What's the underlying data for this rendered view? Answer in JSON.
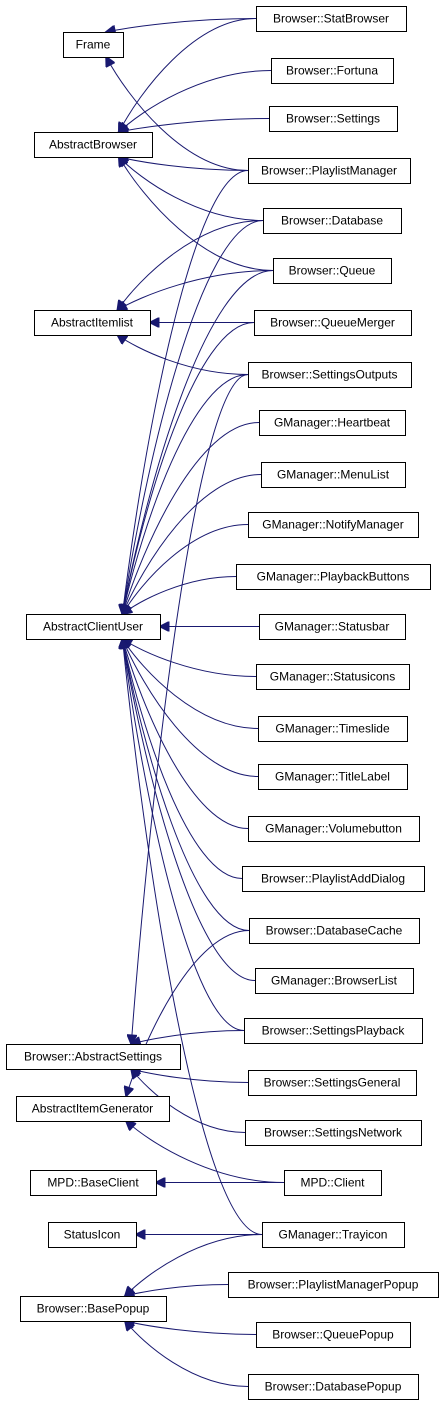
{
  "diagram": {
    "type": "class-inheritance-graph",
    "edge_color": "#191970",
    "nodes": [
      {
        "id": "frame",
        "label": "Frame"
      },
      {
        "id": "abstract_browser",
        "label": "AbstractBrowser"
      },
      {
        "id": "abstract_itemlist",
        "label": "AbstractItemlist"
      },
      {
        "id": "abstract_client_user",
        "label": "AbstractClientUser"
      },
      {
        "id": "abstract_settings",
        "label": "Browser::AbstractSettings"
      },
      {
        "id": "abstract_item_generator",
        "label": "AbstractItemGenerator"
      },
      {
        "id": "mpd_base_client",
        "label": "MPD::BaseClient"
      },
      {
        "id": "status_icon",
        "label": "StatusIcon"
      },
      {
        "id": "base_popup",
        "label": "Browser::BasePopup"
      },
      {
        "id": "stat_browser",
        "label": "Browser::StatBrowser"
      },
      {
        "id": "fortuna",
        "label": "Browser::Fortuna"
      },
      {
        "id": "settings",
        "label": "Browser::Settings"
      },
      {
        "id": "playlist_manager",
        "label": "Browser::PlaylistManager"
      },
      {
        "id": "database",
        "label": "Browser::Database"
      },
      {
        "id": "queue",
        "label": "Browser::Queue"
      },
      {
        "id": "queue_merger",
        "label": "Browser::QueueMerger"
      },
      {
        "id": "settings_outputs",
        "label": "Browser::SettingsOutputs"
      },
      {
        "id": "heartbeat",
        "label": "GManager::Heartbeat"
      },
      {
        "id": "menu_list",
        "label": "GManager::MenuList"
      },
      {
        "id": "notify_manager",
        "label": "GManager::NotifyManager"
      },
      {
        "id": "playback_buttons",
        "label": "GManager::PlaybackButtons"
      },
      {
        "id": "statusbar",
        "label": "GManager::Statusbar"
      },
      {
        "id": "statusicons",
        "label": "GManager::Statusicons"
      },
      {
        "id": "timeslide",
        "label": "GManager::Timeslide"
      },
      {
        "id": "title_label",
        "label": "GManager::TitleLabel"
      },
      {
        "id": "volumebutton",
        "label": "GManager::Volumebutton"
      },
      {
        "id": "playlist_add_dialog",
        "label": "Browser::PlaylistAddDialog"
      },
      {
        "id": "database_cache",
        "label": "Browser::DatabaseCache"
      },
      {
        "id": "browser_list",
        "label": "GManager::BrowserList"
      },
      {
        "id": "settings_playback",
        "label": "Browser::SettingsPlayback"
      },
      {
        "id": "settings_general",
        "label": "Browser::SettingsGeneral"
      },
      {
        "id": "settings_network",
        "label": "Browser::SettingsNetwork"
      },
      {
        "id": "mpd_client",
        "label": "MPD::Client"
      },
      {
        "id": "trayicon",
        "label": "GManager::Trayicon"
      },
      {
        "id": "playlist_manager_popup",
        "label": "Browser::PlaylistManagerPopup"
      },
      {
        "id": "queue_popup",
        "label": "Browser::QueuePopup"
      },
      {
        "id": "database_popup",
        "label": "Browser::DatabasePopup"
      }
    ],
    "edges": [
      {
        "from": "stat_browser",
        "to": "frame"
      },
      {
        "from": "playlist_manager",
        "to": "frame"
      },
      {
        "from": "stat_browser",
        "to": "abstract_browser"
      },
      {
        "from": "fortuna",
        "to": "abstract_browser"
      },
      {
        "from": "settings",
        "to": "abstract_browser"
      },
      {
        "from": "playlist_manager",
        "to": "abstract_browser"
      },
      {
        "from": "database",
        "to": "abstract_browser"
      },
      {
        "from": "queue",
        "to": "abstract_browser"
      },
      {
        "from": "database",
        "to": "abstract_itemlist"
      },
      {
        "from": "queue",
        "to": "abstract_itemlist"
      },
      {
        "from": "queue_merger",
        "to": "abstract_itemlist"
      },
      {
        "from": "settings_outputs",
        "to": "abstract_itemlist"
      },
      {
        "from": "playlist_manager",
        "to": "abstract_client_user"
      },
      {
        "from": "database",
        "to": "abstract_client_user"
      },
      {
        "from": "queue",
        "to": "abstract_client_user"
      },
      {
        "from": "queue_merger",
        "to": "abstract_client_user"
      },
      {
        "from": "settings_outputs",
        "to": "abstract_client_user"
      },
      {
        "from": "heartbeat",
        "to": "abstract_client_user"
      },
      {
        "from": "menu_list",
        "to": "abstract_client_user"
      },
      {
        "from": "notify_manager",
        "to": "abstract_client_user"
      },
      {
        "from": "playback_buttons",
        "to": "abstract_client_user"
      },
      {
        "from": "statusbar",
        "to": "abstract_client_user"
      },
      {
        "from": "statusicons",
        "to": "abstract_client_user"
      },
      {
        "from": "timeslide",
        "to": "abstract_client_user"
      },
      {
        "from": "title_label",
        "to": "abstract_client_user"
      },
      {
        "from": "volumebutton",
        "to": "abstract_client_user"
      },
      {
        "from": "playlist_add_dialog",
        "to": "abstract_client_user"
      },
      {
        "from": "database_cache",
        "to": "abstract_client_user"
      },
      {
        "from": "browser_list",
        "to": "abstract_client_user"
      },
      {
        "from": "settings_playback",
        "to": "abstract_client_user"
      },
      {
        "from": "trayicon",
        "to": "abstract_client_user"
      },
      {
        "from": "settings_outputs",
        "to": "abstract_settings"
      },
      {
        "from": "settings_playback",
        "to": "abstract_settings"
      },
      {
        "from": "settings_general",
        "to": "abstract_settings"
      },
      {
        "from": "settings_network",
        "to": "abstract_settings"
      },
      {
        "from": "database_cache",
        "to": "abstract_item_generator"
      },
      {
        "from": "mpd_client",
        "to": "abstract_item_generator"
      },
      {
        "from": "mpd_client",
        "to": "mpd_base_client"
      },
      {
        "from": "trayicon",
        "to": "status_icon"
      },
      {
        "from": "trayicon",
        "to": "base_popup"
      },
      {
        "from": "playlist_manager_popup",
        "to": "base_popup"
      },
      {
        "from": "queue_popup",
        "to": "base_popup"
      },
      {
        "from": "database_popup",
        "to": "base_popup"
      }
    ]
  }
}
